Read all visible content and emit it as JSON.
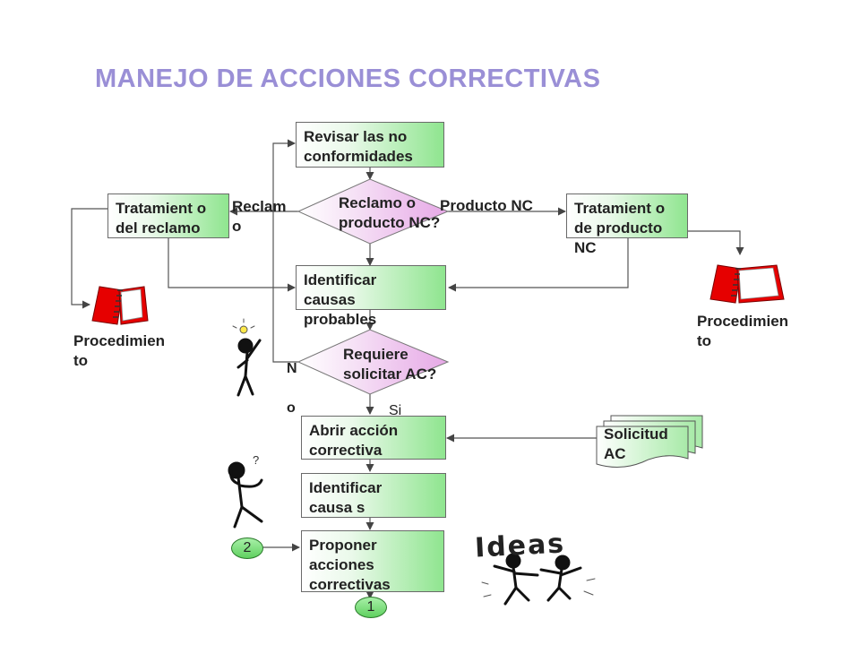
{
  "title": "MANEJO DE ACCIONES CORRECTIVAS",
  "boxes": {
    "revisar": "Revisar las no conformidades",
    "tratamiento_reclamo": "Tratamient o del reclamo",
    "tratamiento_producto": "Tratamient o de producto NC",
    "identificar_causas": "Identificar causas probables",
    "abrir_accion": "Abrir acción correctiva",
    "identificar_causa": "Identificar causa s",
    "proponer": "Proponer acciones correctivas"
  },
  "decisions": {
    "reclamo_producto": "Reclamo o producto NC?",
    "requiere_ac": "Requiere solicitar AC?"
  },
  "labels": {
    "reclamo": "Reclam o",
    "producto_nc": "Producto NC",
    "no": "N o",
    "si": "Si",
    "procedimiento_left": "Procedimien to",
    "procedimiento_right": "Procedimien to",
    "solicitud": "Solicitud AC",
    "ideas": "Ideas"
  },
  "connectors": {
    "c1": "1",
    "c2": "2"
  }
}
